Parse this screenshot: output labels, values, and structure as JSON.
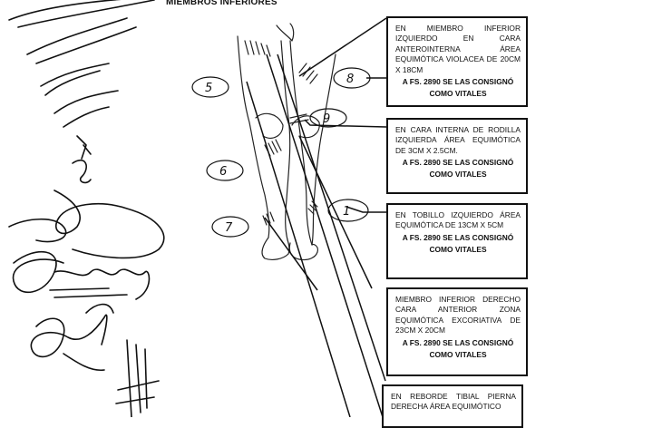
{
  "heading": "MIEMBROS INFERIORES",
  "markers": [
    "5",
    "6",
    "7",
    "8",
    "9",
    "1"
  ],
  "annotations": [
    {
      "description": "EN MIEMBRO INFERIOR IZQUIERDO EN CARA ANTEROINTERNA ÁREA EQUIMÓTICA VIOLACEA DE 20CM X 18CM",
      "reference": "A FS. 2890 SE LAS CONSIGNÓ COMO VITALES"
    },
    {
      "description": "EN CARA INTERNA DE RODILLA IZQUIERDA ÁREA EQUIMÓTICA DE 3CM X 2.5CM.",
      "reference": "A FS. 2890 SE LAS CONSIGNÓ COMO VITALES"
    },
    {
      "description": "EN TOBILLO IZQUIERDO ÁREA EQUIMÓTICA DE 13CM X 5CM",
      "reference": "A FS. 2890 SE LAS CONSIGNÓ COMO VITALES"
    },
    {
      "description": "MIEMBRO INFERIOR DERECHO CARA ANTERIOR ZONA EQUIMÓTICA EXCORIATIVA DE 23CM X 20CM",
      "reference": "A FS. 2890 SE LAS CONSIGNÓ COMO VITALES"
    },
    {
      "description": "EN REBORDE TIBIAL PIERNA DERECHA ÁREA EQUIMÓTICO",
      "reference": ""
    }
  ]
}
